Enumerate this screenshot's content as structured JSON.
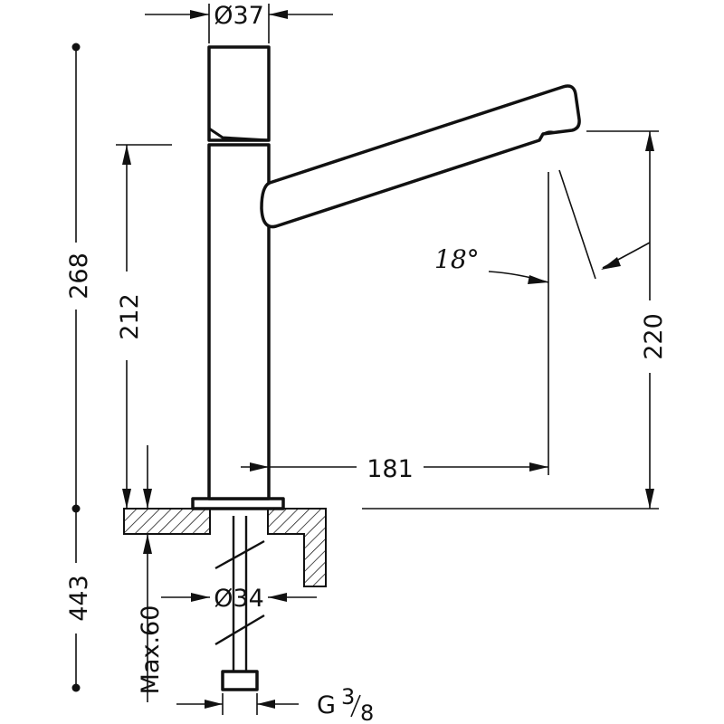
{
  "drawing": {
    "dimensions": {
      "body_diameter": "Ø37",
      "total_height": "268",
      "body_height": "212",
      "spout_height": "220",
      "spout_reach": "181",
      "spout_angle": "18°",
      "base_diameter": "Ø34",
      "below_counter": "443",
      "max_deck": "Max.60",
      "connection": "G",
      "connection_fraction_num": "3",
      "connection_fraction_den": "8"
    }
  }
}
